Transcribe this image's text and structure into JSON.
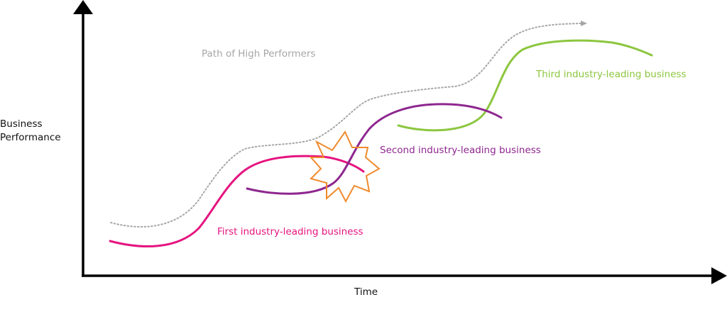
{
  "axes": {
    "y_label_lines": [
      "Business",
      "Performance"
    ],
    "x_label": "Time"
  },
  "annotations": {
    "path_label": "Path of High Performers",
    "first_label": "First industry-leading business",
    "second_label": "Second industry-leading business",
    "third_label": "Third industry-leading business"
  },
  "colors": {
    "axis": "#000000",
    "path": "#a6a6a6",
    "first": "#e5147f",
    "second": "#8e278f",
    "third": "#8cc63f",
    "disruption": "#f08a2c"
  },
  "icons": {
    "disruption": "starburst-icon"
  }
}
